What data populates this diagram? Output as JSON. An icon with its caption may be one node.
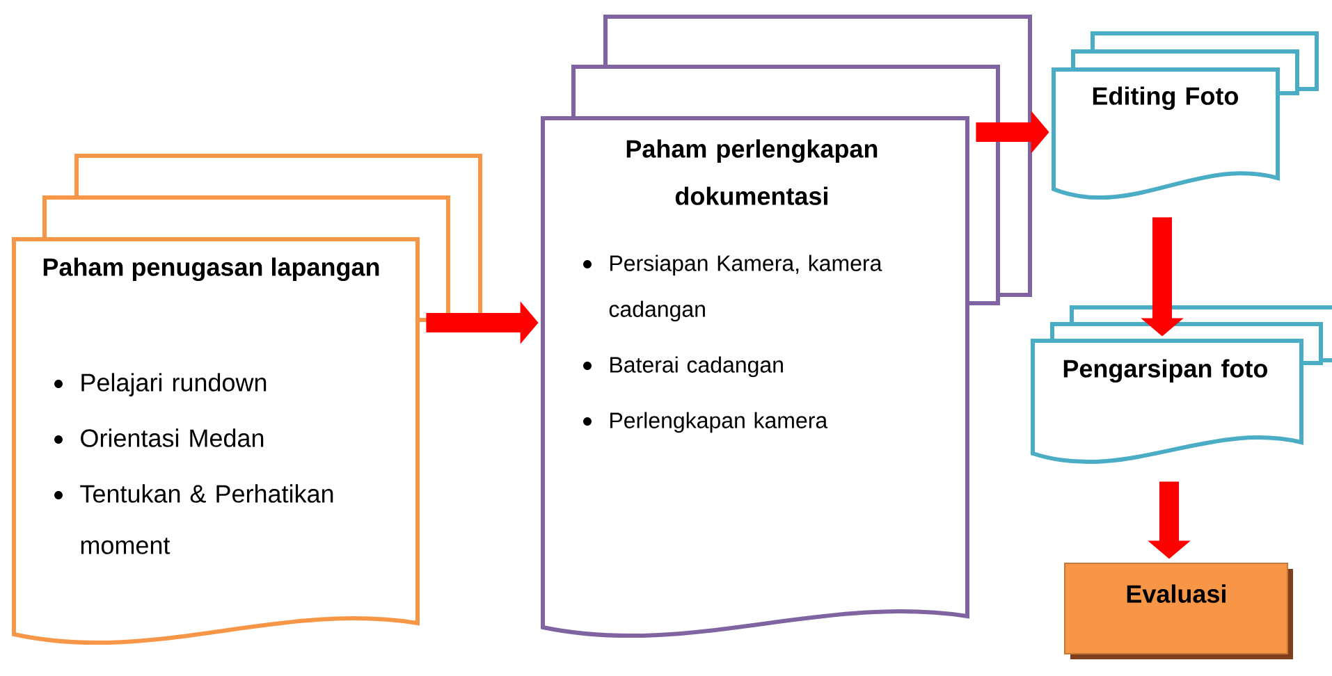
{
  "diagram": {
    "nodes": [
      {
        "text": [
          "Paham penugasan lapangan",
          "Pelajari rundown",
          "Orientasi Medan",
          "Tentukan & Perhatikan moment"
        ]
      },
      {
        "text": [
          "Paham perlengkapan dokumentasi",
          "Persiapan Kamera, kamera cadangan",
          "Baterai cadangan",
          "Perlengkapan kamera"
        ]
      },
      {
        "text": [
          "Editing Foto"
        ]
      },
      {
        "text": [
          "Pengarsipan foto"
        ]
      },
      {
        "text": [
          "Evaluasi"
        ]
      }
    ],
    "edges": [
      {
        "from": 0,
        "to": 1,
        "arrow": "to"
      },
      {
        "from": 1,
        "to": 2,
        "arrow": "to"
      },
      {
        "from": 2,
        "to": 3,
        "arrow": "to"
      },
      {
        "from": 3,
        "to": 4,
        "arrow": "to"
      }
    ]
  }
}
